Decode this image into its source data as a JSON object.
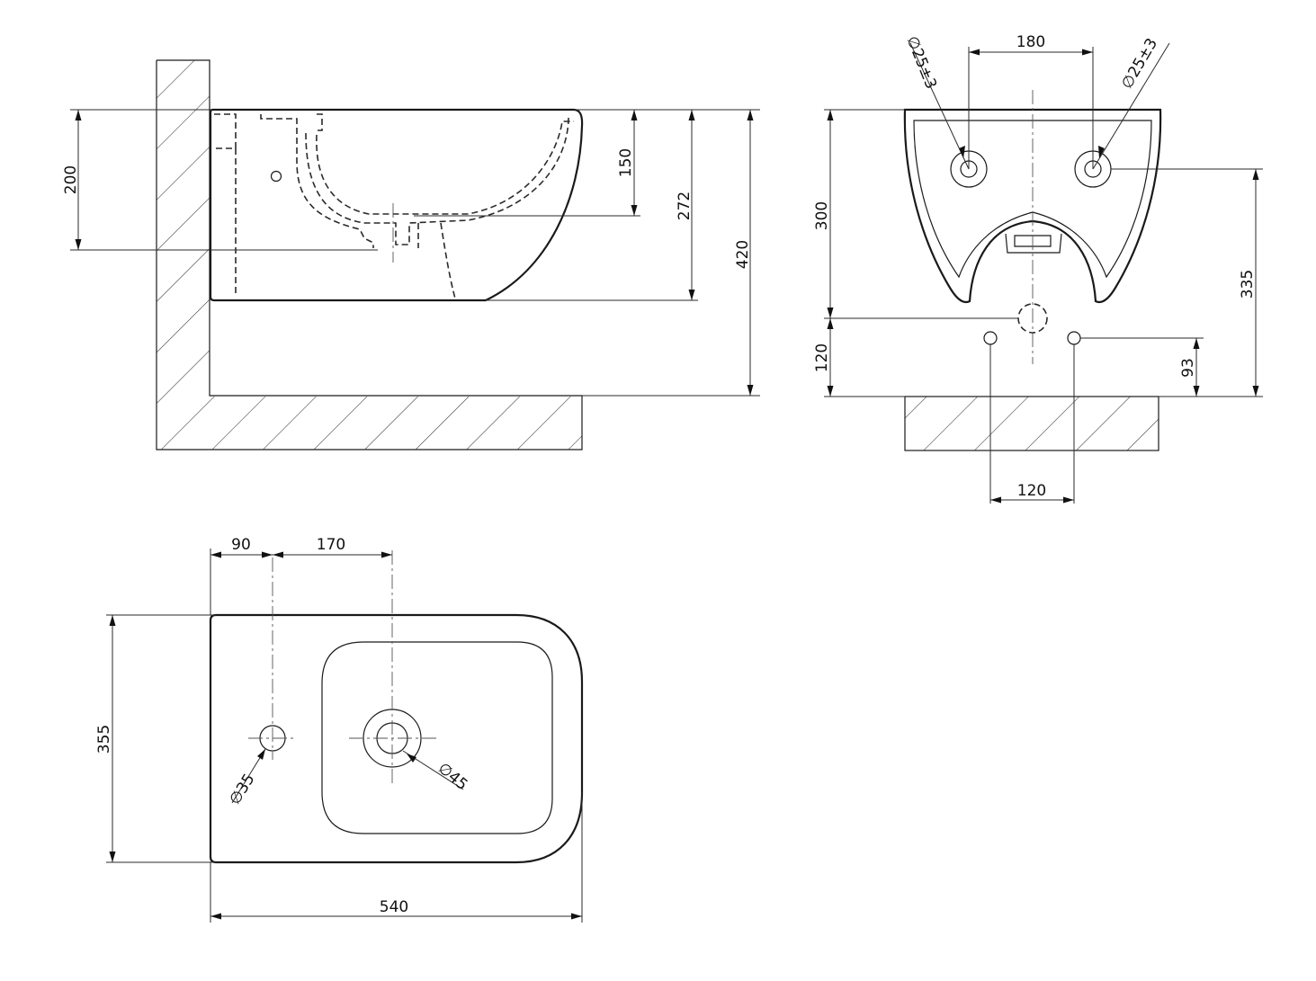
{
  "side_view": {
    "dim_200": "200",
    "dim_150": "150",
    "dim_272": "272",
    "dim_420": "420"
  },
  "front_view": {
    "dim_180": "180",
    "hole_left": "∅25±3",
    "hole_right": "∅25±3",
    "dim_300": "300",
    "dim_120_vertical": "120",
    "dim_335": "335",
    "dim_93": "93",
    "dim_120_horizontal": "120"
  },
  "top_view": {
    "dim_90": "90",
    "dim_170": "170",
    "dim_355": "355",
    "dim_540": "540",
    "hole_tap": "∅35",
    "hole_drain": "∅45"
  }
}
